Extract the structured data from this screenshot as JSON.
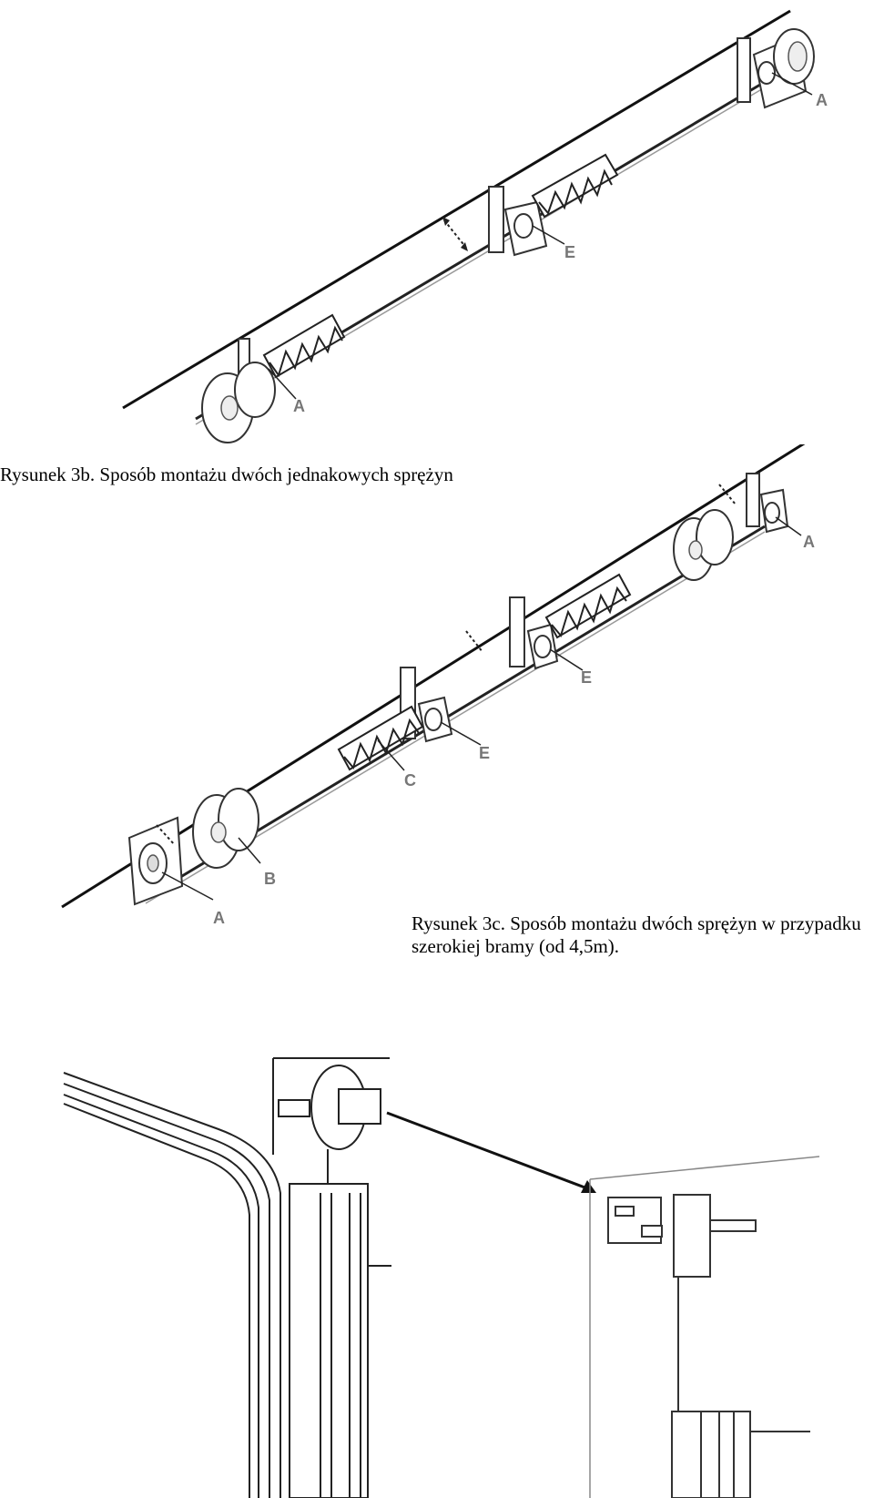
{
  "figures": {
    "fig3b": {
      "caption": "Rysunek 3b. Sposób montażu dwóch jednakowych sprężyn",
      "labels": {
        "a_top": "A",
        "e": "E",
        "a_bottom": "A"
      }
    },
    "fig3c": {
      "caption_line1": "Rysunek 3c. Sposób montażu dwóch sprężyn w przypadku",
      "caption_line2": "szerokiej bramy (od 4,5m).",
      "labels": {
        "a_top": "A",
        "e_upper": "E",
        "e_lower": "E",
        "c": "C",
        "b": "B",
        "a_bottom": "A"
      }
    },
    "fig3d": {}
  },
  "colors": {
    "ink": "#1a1a1a",
    "grey": "#888888",
    "label": "#7a7a7a"
  }
}
